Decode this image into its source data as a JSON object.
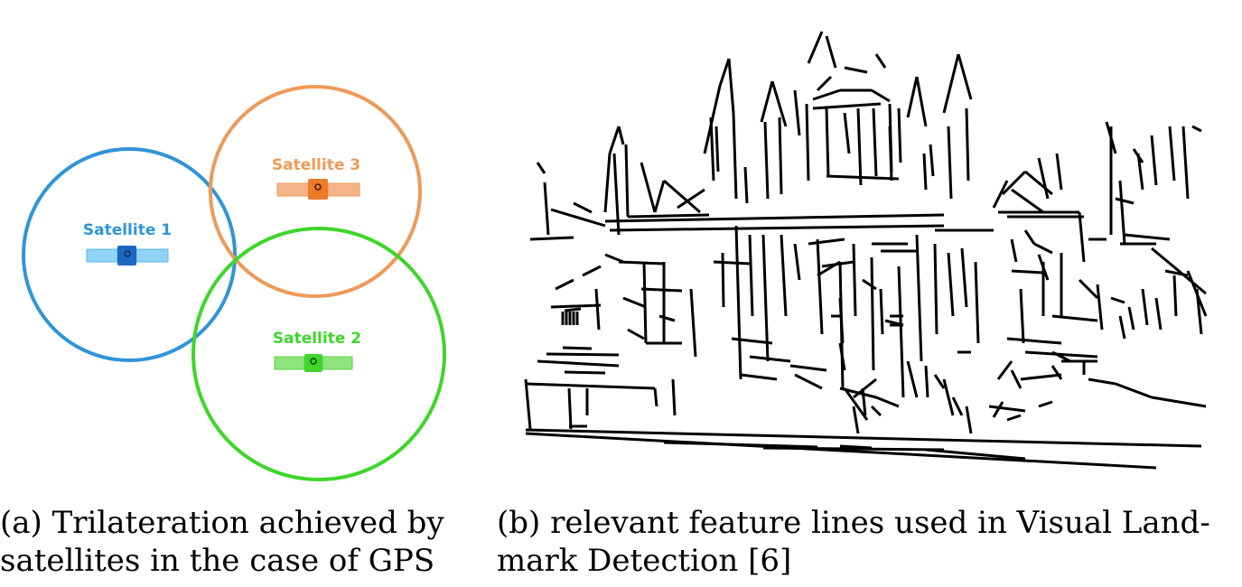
{
  "panel_a": {
    "satellites": [
      {
        "label": "Satellite 1",
        "color": "#2F95D6",
        "body_color": "#1B67C2"
      },
      {
        "label": "Satellite 2",
        "color": "#3FD62B",
        "body_color": "#3FD62B"
      },
      {
        "label": "Satellite 3",
        "color": "#EE9A58",
        "body_color": "#EE7B2A"
      }
    ]
  },
  "captions": {
    "a_line1": "(a) Trilateration   achieved   by",
    "a_line2": "satellites in the case of GPS",
    "b_line1": "(b) relevant feature lines used in Visual Land-",
    "b_line2": "mark Detection [6]"
  }
}
